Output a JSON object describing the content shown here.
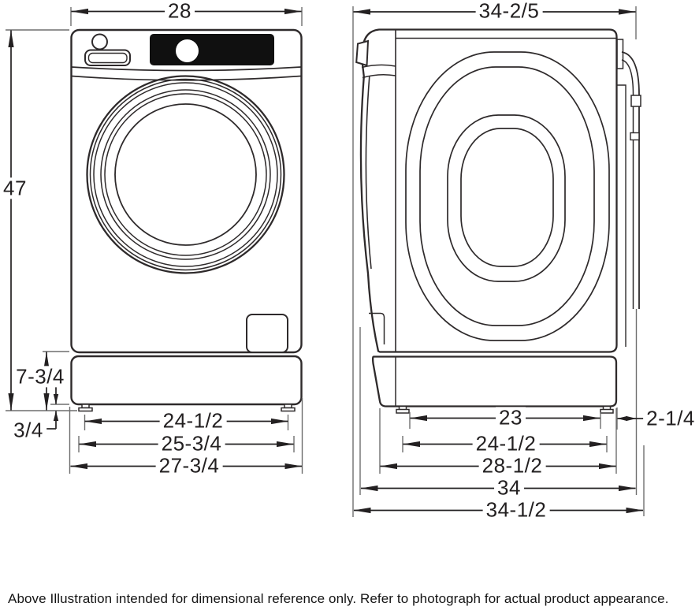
{
  "front_view": {
    "width": "28",
    "height": "47",
    "pedestal_height": "7-3/4",
    "leveling_leg_height": "3/4",
    "feet_spacing": "24-1/2",
    "base_width": "25-3/4",
    "pedestal_width": "27-3/4"
  },
  "side_view": {
    "depth_top": "34-2/5",
    "rear_clearance": "2-1/4",
    "feet_spacing": "23",
    "feet_outer_spacing": "24-1/2",
    "pedestal_depth": "28-1/2",
    "depth": "34",
    "overall_depth": "34-1/2"
  },
  "footnote": "Above Illustration intended for dimensional reference only. Refer to photograph for actual product appearance.",
  "colors": {
    "outline": "#2e2a2b",
    "dimension": "#232021",
    "extension": "#6e6e6e",
    "panel": "#101010",
    "background": "#ffffff"
  }
}
